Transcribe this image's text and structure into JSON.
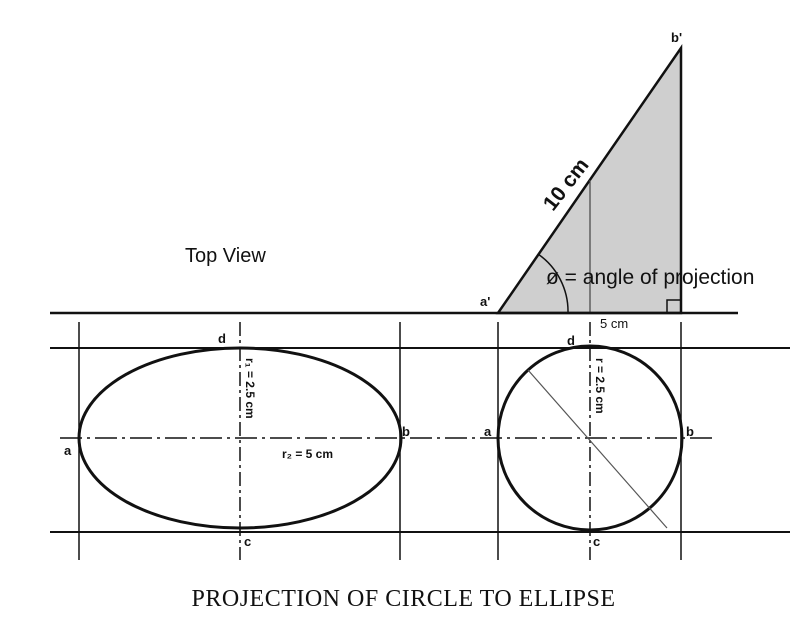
{
  "top_view_label": "Top View",
  "hypotenuse_label": "10 cm",
  "angle_label": "ø = angle of projection",
  "base_label": "5 cm",
  "ellipse": {
    "left_label": "a",
    "right_label": "b",
    "top_label": "d",
    "bottom_label": "c",
    "minor_radius_label": "r₁ = 2.5 cm",
    "major_radius_label": "r₂ = 5 cm"
  },
  "circle": {
    "left_label": "a",
    "right_label": "b",
    "top_label": "d",
    "bottom_label": "c",
    "radius_label": "r = 2.5 cm"
  },
  "triangle": {
    "apex_label": "b'",
    "base_label": "a'",
    "fill_color": "#cfcfcf"
  },
  "caption": "PROJECTION OF CIRCLE TO ELLIPSE"
}
